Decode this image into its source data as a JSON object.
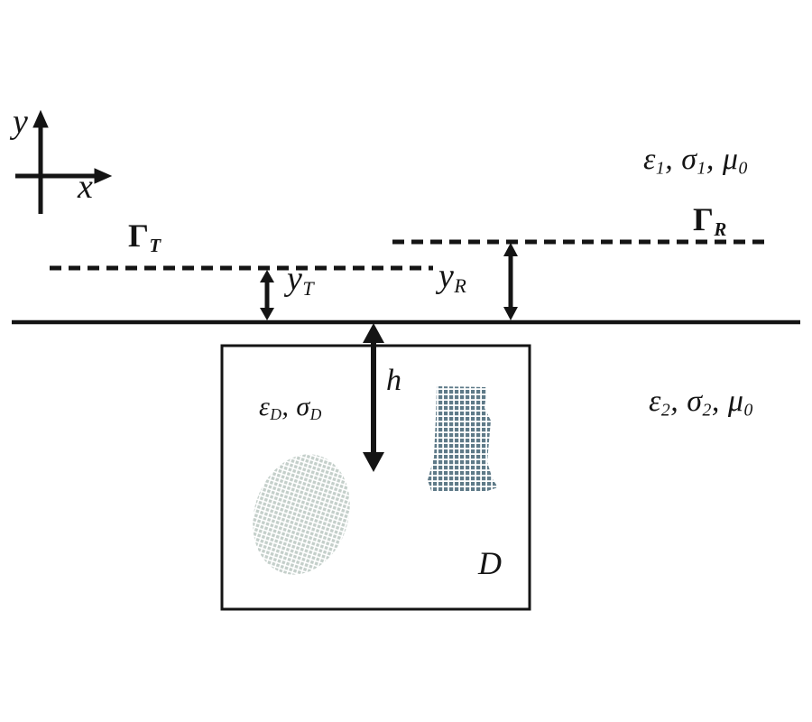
{
  "figure": {
    "axes": {
      "y_label": "y",
      "x_label": "x"
    },
    "transmitter_line": {
      "base": "Γ",
      "sub": "T"
    },
    "receiver_line": {
      "base": "Γ",
      "sub": "R"
    },
    "dimensions": {
      "y_T": {
        "base": "y",
        "sub": "T"
      },
      "y_R": {
        "base": "y",
        "sub": "R"
      },
      "h": "h"
    },
    "upper_medium": {
      "eps": "ε",
      "eps_sub": "1",
      "sep1": ", ",
      "sigma": "σ",
      "sigma_sub": "1",
      "sep2": ", ",
      "mu": "μ",
      "mu_sub": "0"
    },
    "lower_medium": {
      "eps": "ε",
      "eps_sub": "2",
      "sep1": ", ",
      "sigma": "σ",
      "sigma_sub": "2",
      "sep2": ", ",
      "mu": "μ",
      "mu_sub": "0"
    },
    "domain_medium": {
      "eps": "ε",
      "eps_sub": "D",
      "sep1": ", ",
      "sigma": "σ",
      "sigma_sub": "D"
    },
    "domain_label": "D",
    "colors": {
      "ink": "#141414",
      "object_dark": "#5e7a88",
      "object_light": "#c4cfca"
    }
  }
}
